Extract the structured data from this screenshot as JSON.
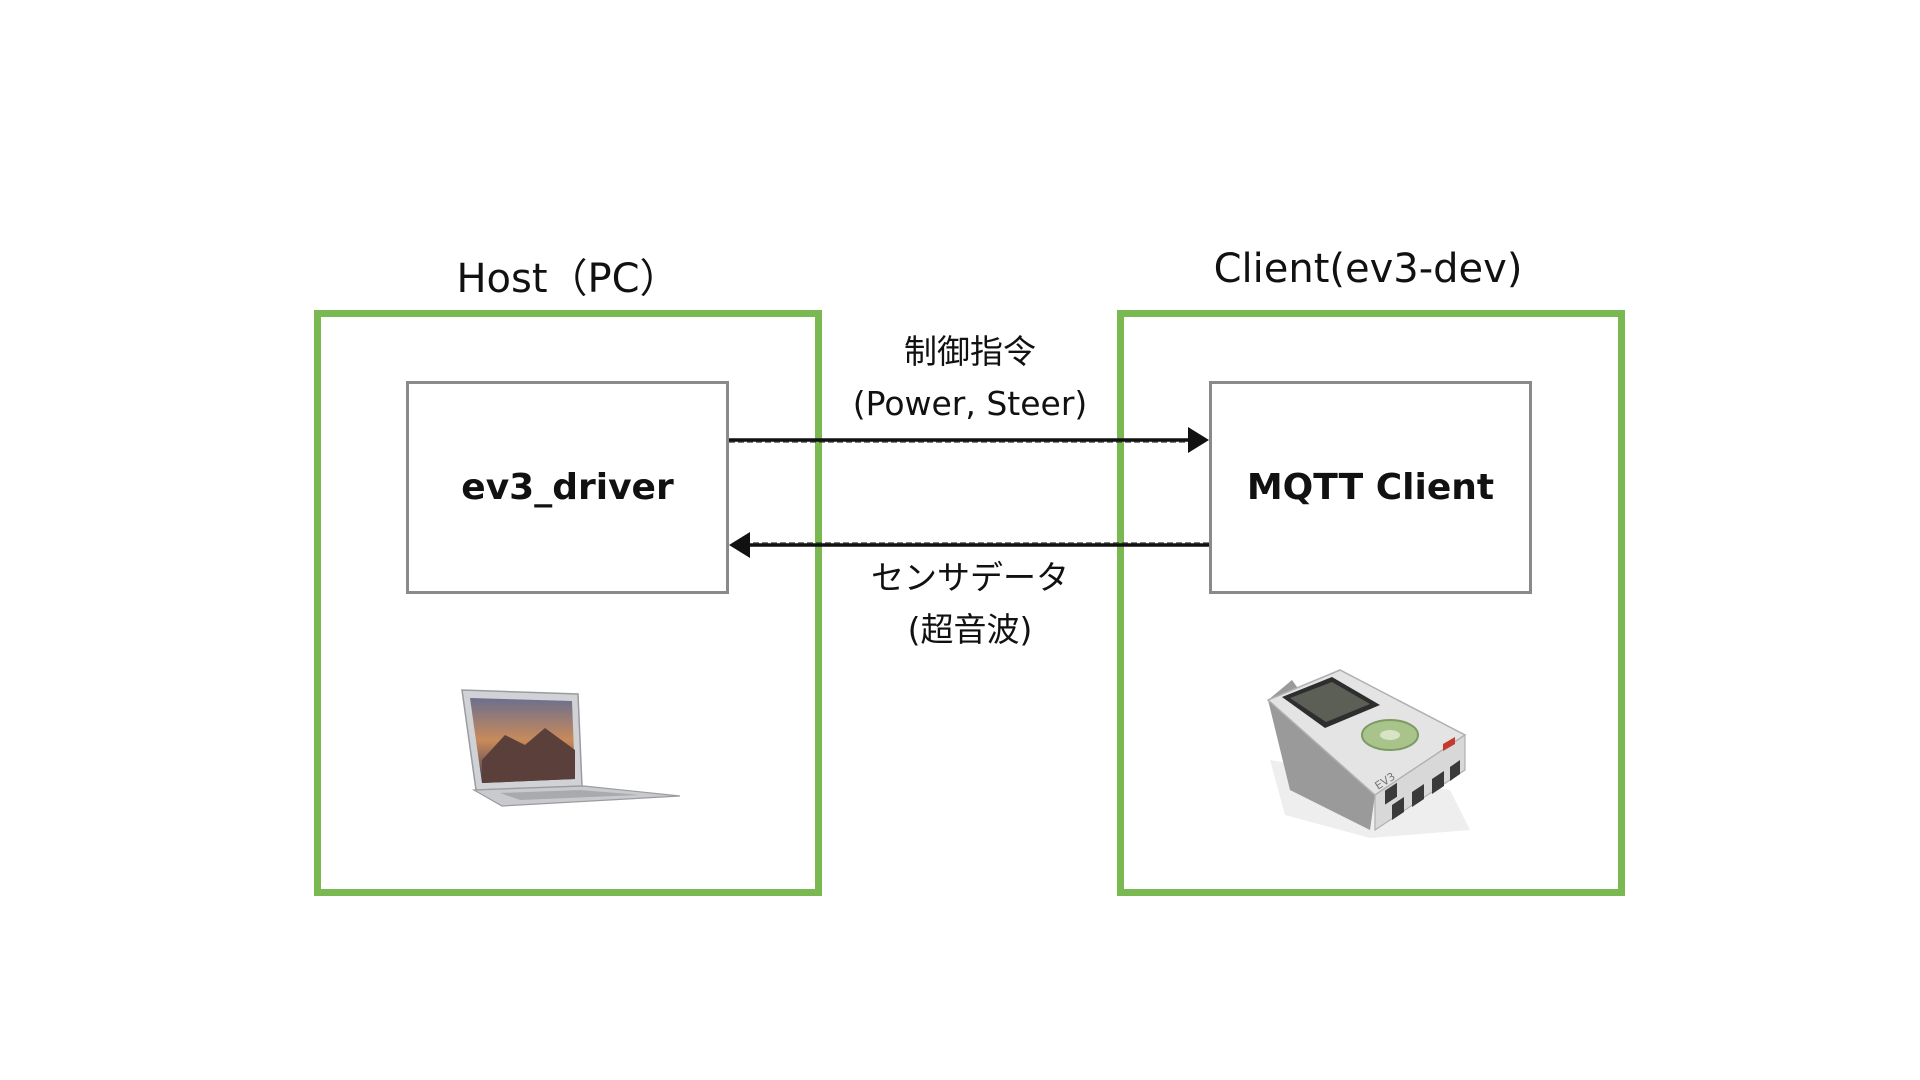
{
  "host": {
    "title": "Host（PC）",
    "component": "ev3_driver",
    "device_icon": "laptop-icon"
  },
  "client": {
    "title": "Client(ev3-dev)",
    "component": "MQTT Client",
    "device_icon": "ev3-brick-icon"
  },
  "flows": {
    "command": {
      "line1": "制御指令",
      "line2": "(Power, Steer)"
    },
    "sensor": {
      "line1": "センサデータ",
      "line2": "(超音波)"
    }
  },
  "colors": {
    "group_border": "#7ab951",
    "box_border": "#8a8a8a",
    "arrow": "#111111"
  },
  "ev3_label": "EV3"
}
